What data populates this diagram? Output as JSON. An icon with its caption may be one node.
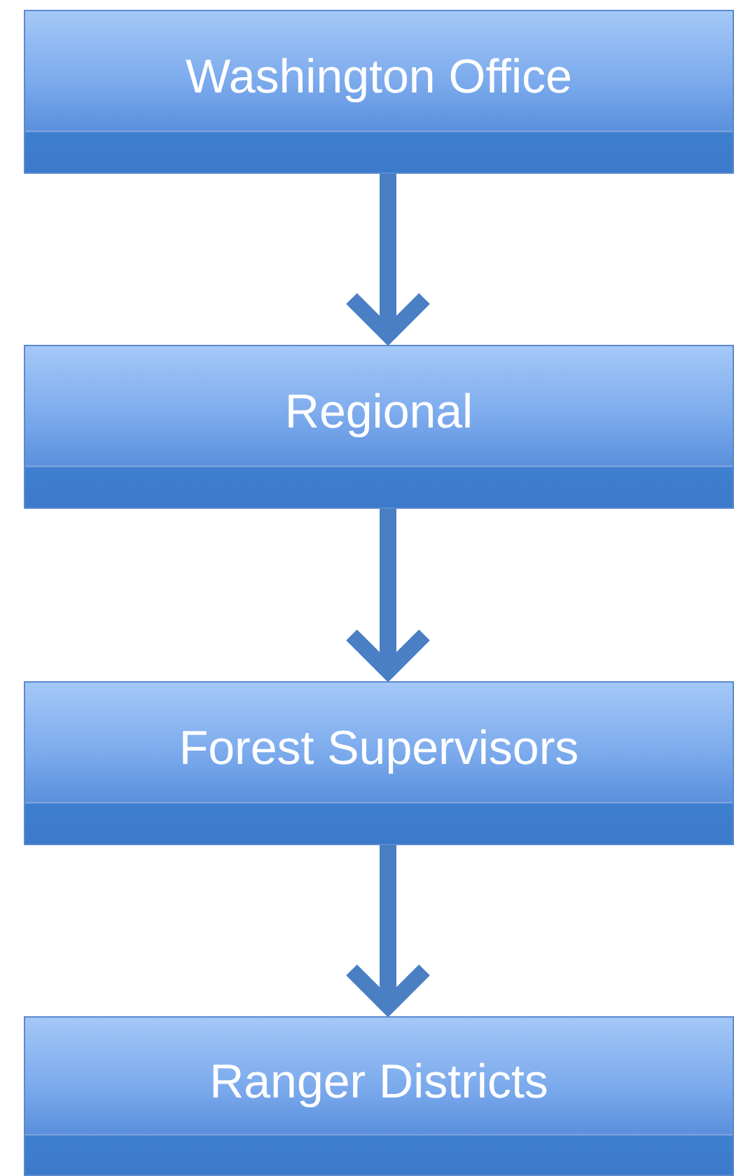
{
  "diagram": {
    "nodes": [
      {
        "text": [
          "Washington Office"
        ]
      },
      {
        "text": [
          "Regional"
        ]
      },
      {
        "text": [
          "Forest Supervisors"
        ]
      },
      {
        "text": [
          "Ranger Districts"
        ]
      }
    ],
    "edges": [
      {
        "from": 0,
        "to": 1,
        "arrow": "to"
      },
      {
        "from": 1,
        "to": 2,
        "arrow": "to"
      },
      {
        "from": 2,
        "to": 3,
        "arrow": "to"
      }
    ]
  }
}
